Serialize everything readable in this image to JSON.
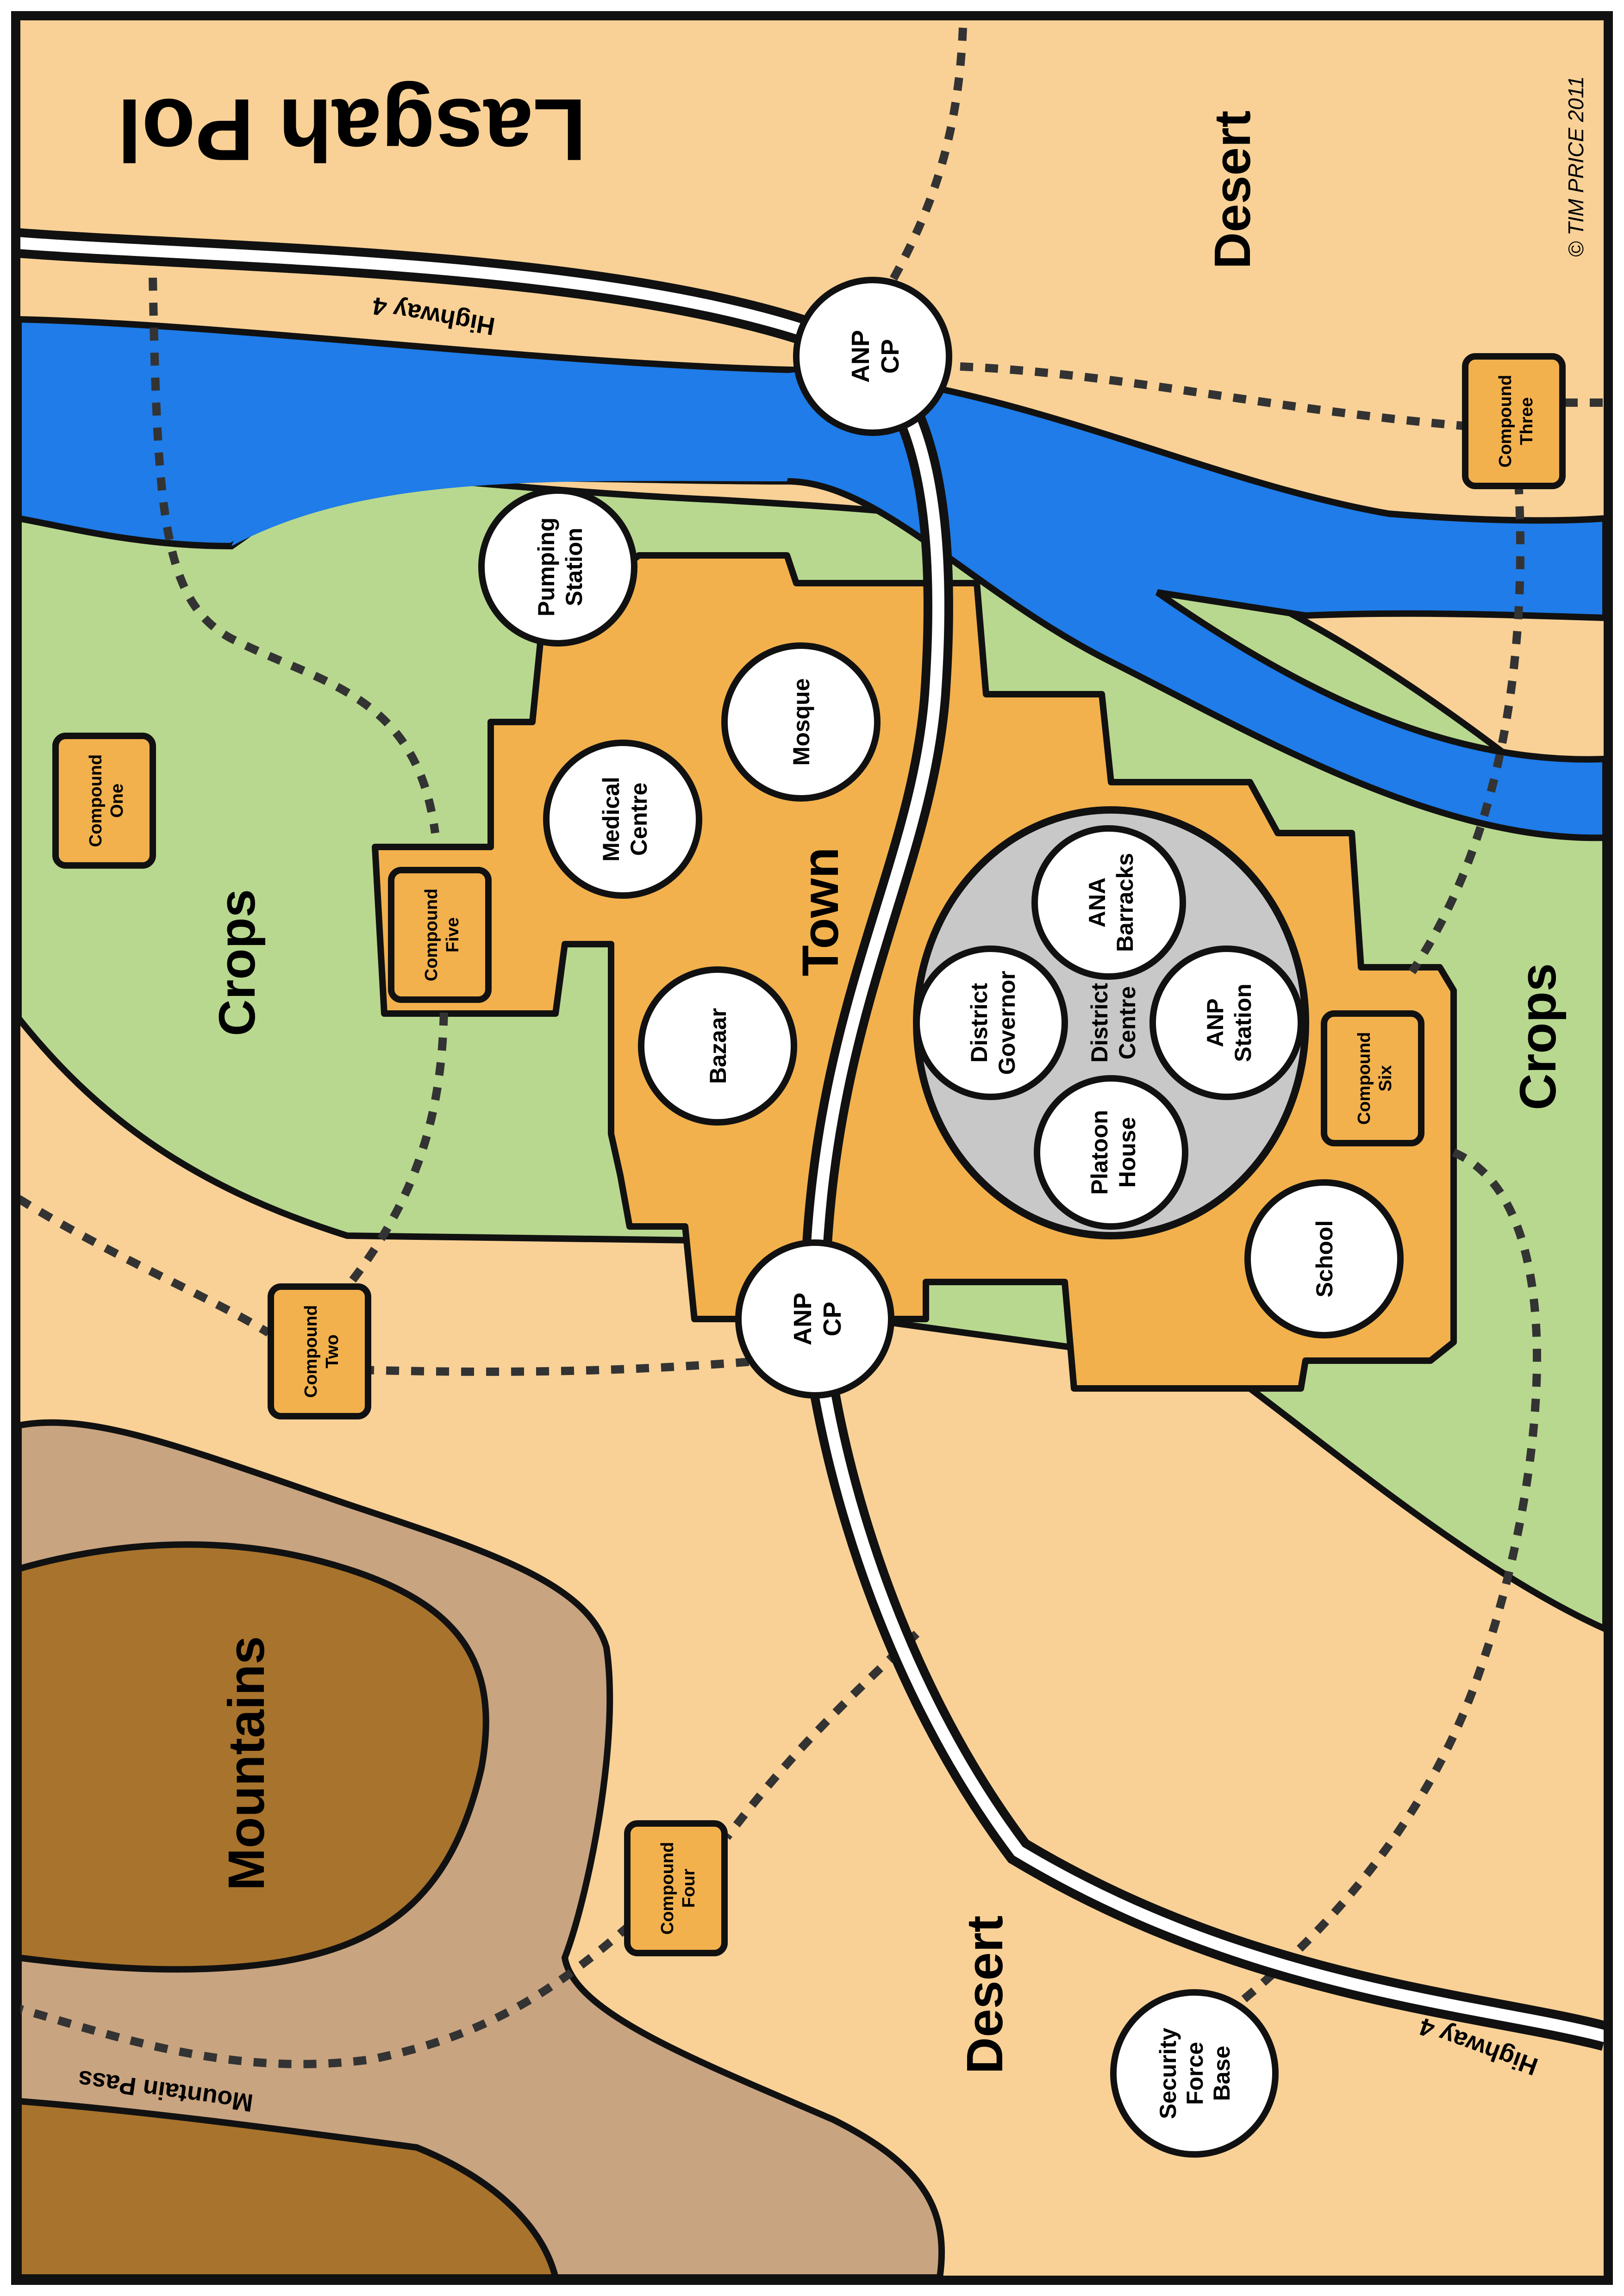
{
  "map": {
    "title": "Lasgah Pol",
    "copyright": "© TIM PRICE 2011",
    "colors": {
      "desert": "#f9d196",
      "crops": "#b8d88f",
      "town": "#f2b14d",
      "river": "#1f7ce8",
      "mountain_outer": "#c9a480",
      "mountain_inner": "#a8732c",
      "district_centre": "#c8c8c8",
      "compound": "#f2b14d",
      "road": "#ffffff",
      "outline": "#111111"
    },
    "terrain": {
      "desert_north": "Desert",
      "desert_south": "Desert",
      "crops_west": "Crops",
      "crops_east": "Crops",
      "town": "Town",
      "mountains": "Mountains"
    },
    "roads": {
      "highway_north": "Highway 4",
      "highway_south": "Highway 4",
      "mountain_pass": "Mountain Pass"
    },
    "checkpoints": {
      "north": {
        "line1": "ANP",
        "line2": "CP"
      },
      "south": {
        "line1": "ANP",
        "line2": "CP"
      }
    },
    "buildings": {
      "pumping_station": {
        "line1": "Pumping",
        "line2": "Station"
      },
      "mosque": {
        "line1": "Mosque"
      },
      "medical_centre": {
        "line1": "Medical",
        "line2": "Centre"
      },
      "bazaar": {
        "line1": "Bazaar"
      },
      "school": {
        "line1": "School"
      },
      "security_force_base": {
        "line1": "Security",
        "line2": "Force",
        "line3": "Base"
      }
    },
    "district_centre": {
      "label": {
        "line1": "District",
        "line2": "Centre"
      },
      "ana_barracks": {
        "line1": "ANA",
        "line2": "Barracks"
      },
      "district_governor": {
        "line1": "District",
        "line2": "Governor"
      },
      "anp_station": {
        "line1": "ANP",
        "line2": "Station"
      },
      "platoon_house": {
        "line1": "Platoon",
        "line2": "House"
      }
    },
    "compounds": {
      "one": {
        "line1": "Compound",
        "line2": "One"
      },
      "two": {
        "line1": "Compound",
        "line2": "Two"
      },
      "three": {
        "line1": "Compound",
        "line2": "Three"
      },
      "four": {
        "line1": "Compound",
        "line2": "Four"
      },
      "five": {
        "line1": "Compound",
        "line2": "Five"
      },
      "six": {
        "line1": "Compound",
        "line2": "Six"
      }
    }
  }
}
